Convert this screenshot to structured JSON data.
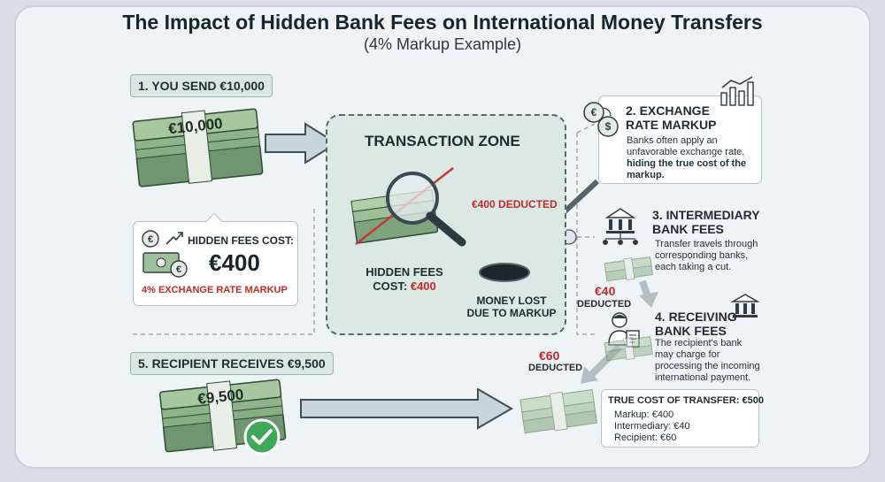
{
  "title": "The Impact of Hidden Bank Fees on International Money Transfers",
  "subtitle": "(4% Markup Example)",
  "step1": {
    "label": "1. YOU SEND €10,000",
    "bill_label": "€10,000"
  },
  "hidden_fees_card": {
    "label": "HIDDEN FEES COST:",
    "amount": "€400",
    "note": "4% EXCHANGE RATE MARKUP"
  },
  "transaction_zone": {
    "title": "TRANSACTION ZONE",
    "deducted_label": "€400 DEDUCTED",
    "hidden_fees_line1": "HIDDEN FEES",
    "hidden_fees_line2_prefix": "COST: ",
    "hidden_fees_line2_amount": "€400",
    "money_lost_line1": "MONEY LOST",
    "money_lost_line2": "DUE TO MARKUP"
  },
  "step2": {
    "title_line1": "2. EXCHANGE",
    "title_line2": "RATE MARKUP",
    "desc_line1": "Banks often apply an",
    "desc_line2": "unfavorable exchange rate,",
    "desc_line3": "hiding the true cost of the",
    "desc_line4": "markup."
  },
  "step3": {
    "title_line1": "3. INTERMEDIARY",
    "title_line2": "BANK FEES",
    "desc_line1": "Transfer travels through",
    "desc_line2": "corresponding banks,",
    "desc_line3": "each taking a cut.",
    "deducted_amount": "€40",
    "deducted_label": "DEDUCTED"
  },
  "step4": {
    "title_line1": "4. RECEIVING",
    "title_line2": "BANK FEES",
    "desc_line1": "The recipient's bank",
    "desc_line2": "may charge for",
    "desc_line3": "processing the incoming",
    "desc_line4": "international payment.",
    "deducted_amount": "€60",
    "deducted_label": "DEDUCTED"
  },
  "step5": {
    "label": "5. RECIPIENT RECEIVES €9,500",
    "bill_label": "€9,500"
  },
  "true_cost": {
    "title": "TRUE COST OF TRANSFER: €500",
    "line1": "Markup: €400",
    "line2": "Intermediary: €40",
    "line3": "Recipient: €60"
  },
  "colors": {
    "money_green": "#8fb38a",
    "money_dark": "#4f7a52",
    "accent_red": "#c22a2a",
    "arrow_fill": "#c9d6d8",
    "arrow_stroke": "#3f4f57",
    "check_green": "#3fa85a"
  }
}
